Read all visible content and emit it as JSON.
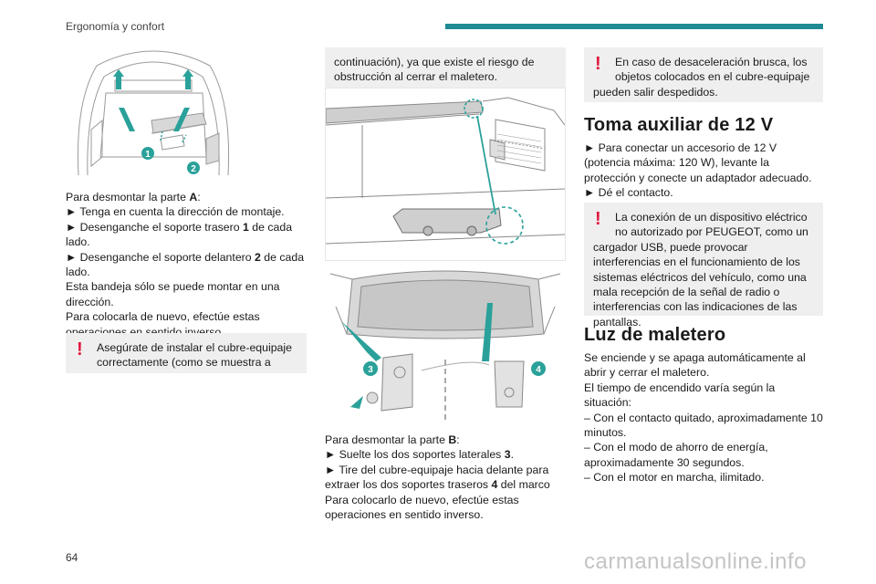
{
  "header": {
    "section": "Ergonomía y confort"
  },
  "col1": {
    "figure_labels": [
      "1",
      "2"
    ],
    "intro": "Para desmontar la parte ",
    "part": "A",
    "intro_end": ":",
    "steps": [
      "► Tenga en cuenta la dirección de montaje.",
      "► Desenganche el soporte trasero ",
      "► Desenganche el soporte delantero "
    ],
    "step2_ref": "1",
    "step2_end": " de cada lado.",
    "step3_ref": "2",
    "step3_end": " de cada lado.",
    "note1": "Esta bandeja sólo se puede montar en una dirección.",
    "note2": "Para colocarla de nuevo, efectúe estas operaciones en sentido inverso.",
    "warning": "Asegúrate de instalar el cubre-equipaje correctamente (como se muestra a"
  },
  "col2": {
    "warning_cont": "continuación), ya que existe el riesgo de obstrucción al cerrar el maletero.",
    "figure_labels": [
      "3",
      "4"
    ],
    "intro": "Para desmontar la parte ",
    "part": "B",
    "intro_end": ":",
    "step1": "► Suelte los dos soportes laterales ",
    "step1_ref": "3",
    "step1_end": ".",
    "step2": "► Tire del cubre-equipaje hacia delante para extraer los dos soportes traseros ",
    "step2_ref": "4",
    "step2_end": " del marco",
    "note": "Para colocarlo de nuevo, efectúe estas operaciones en sentido inverso."
  },
  "col3": {
    "warning1": "En caso de desaceleración brusca, los objetos colocados en el cubre-equipaje pueden salir despedidos.",
    "warning1_first": "En caso de desaceleración brusca, los",
    "warning1_rest": "objetos colocados en el cubre-equipaje",
    "warning1_last": "pueden salir despedidos.",
    "title1": "Toma auxiliar de 12 V",
    "p1": "► Para conectar un accesorio de 12 V (potencia máxima: 120 W), levante la protección y conecte un adaptador adecuado.",
    "p2": "► Dé el contacto.",
    "warning2_first": "La conexión de un dispositivo eléctrico",
    "warning2_second": "no autorizado por PEUGEOT, como un",
    "warning2_rest": "cargador USB, puede provocar interferencias en el funcionamiento de los sistemas eléctricos del vehículo, como una mala recepción de la señal de radio o interferencias con las indicaciones de las pantallas.",
    "title2": "Luz de maletero",
    "p3": "Se enciende y se apaga automáticamente al abrir y cerrar el maletero.",
    "p4": "El tiempo de encendido varía según la situación:",
    "items": [
      "– Con el contacto quitado, aproximadamente 10 minutos.",
      "– Con el modo de ahorro de energía, aproximadamente 30 segundos.",
      "– Con el motor en marcha, ilimitado."
    ]
  },
  "footer": {
    "page": "64",
    "watermark": "carmanualsonline.info"
  },
  "colors": {
    "accent": "#1f8a93",
    "warning_bang": "#e2173d",
    "warning_bg": "#efefef"
  }
}
